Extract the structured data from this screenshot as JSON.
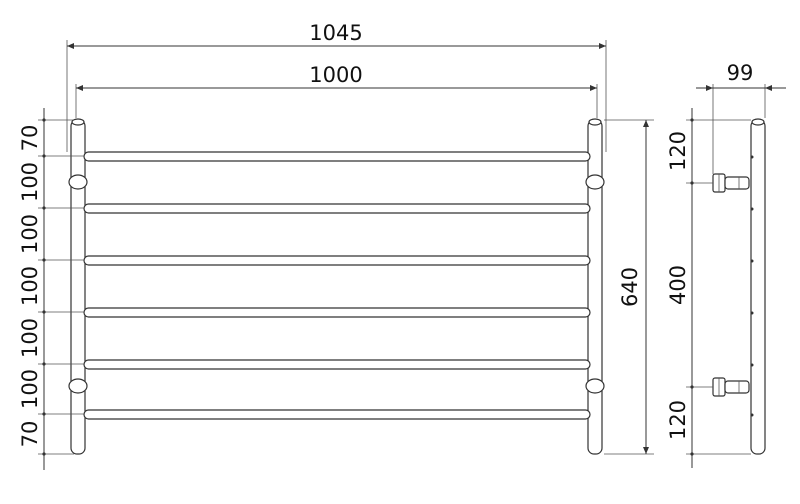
{
  "front_view": {
    "overall_width": "1045",
    "rail_width": "1000",
    "height": "640",
    "spacings": [
      "70",
      "100",
      "100",
      "100",
      "100",
      "100",
      "70"
    ]
  },
  "side_view": {
    "depth": "99",
    "top_offset": "120",
    "bracket_spacing": "400",
    "bottom_offset": "120"
  },
  "colors": {
    "line": "#333333",
    "background": "#ffffff"
  }
}
